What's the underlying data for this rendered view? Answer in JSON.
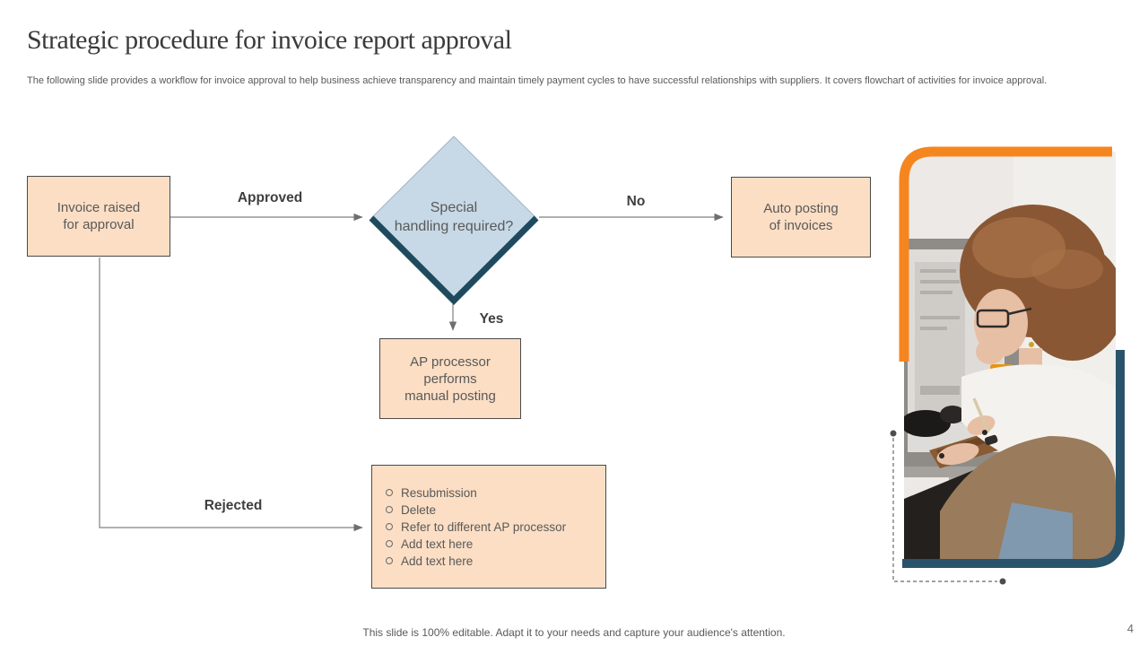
{
  "slide": {
    "title": "Strategic procedure for invoice report approval",
    "subtitle": "The following slide provides a workflow for invoice approval to help business achieve transparency and maintain timely payment cycles to have successful relationships with suppliers. It covers flowchart of activities for invoice approval.",
    "footer": "This slide is 100% editable. Adapt it to your needs and capture your audience's attention.",
    "page_number": "4"
  },
  "flowchart": {
    "start_box": "Invoice raised\nfor approval",
    "decision_box": "Special\nhandling required?",
    "auto_box": "Auto posting\nof invoices",
    "manual_box": "AP processor\nperforms\nmanual posting",
    "labels": {
      "approved": "Approved",
      "no": "No",
      "yes": "Yes",
      "rejected": "Rejected"
    },
    "reject_options": [
      "Resubmission",
      "Delete",
      "Refer to different AP processor",
      "Add text here",
      "Add text here"
    ]
  },
  "media": {
    "photo_alt": "Photo of a woman with glasses writing at a desk with a computer monitor, keyboard and a glass of orange juice"
  },
  "theme": {
    "accent_orange": "#F5861F",
    "accent_navy": "#29536B",
    "box_fill_peach": "#FBDEC4",
    "diamond_fill_blue": "#C7D9E6",
    "diamond_shadow_navy": "#1F4A5E",
    "connector_gray": "#808080",
    "text_gray": "#595959"
  }
}
